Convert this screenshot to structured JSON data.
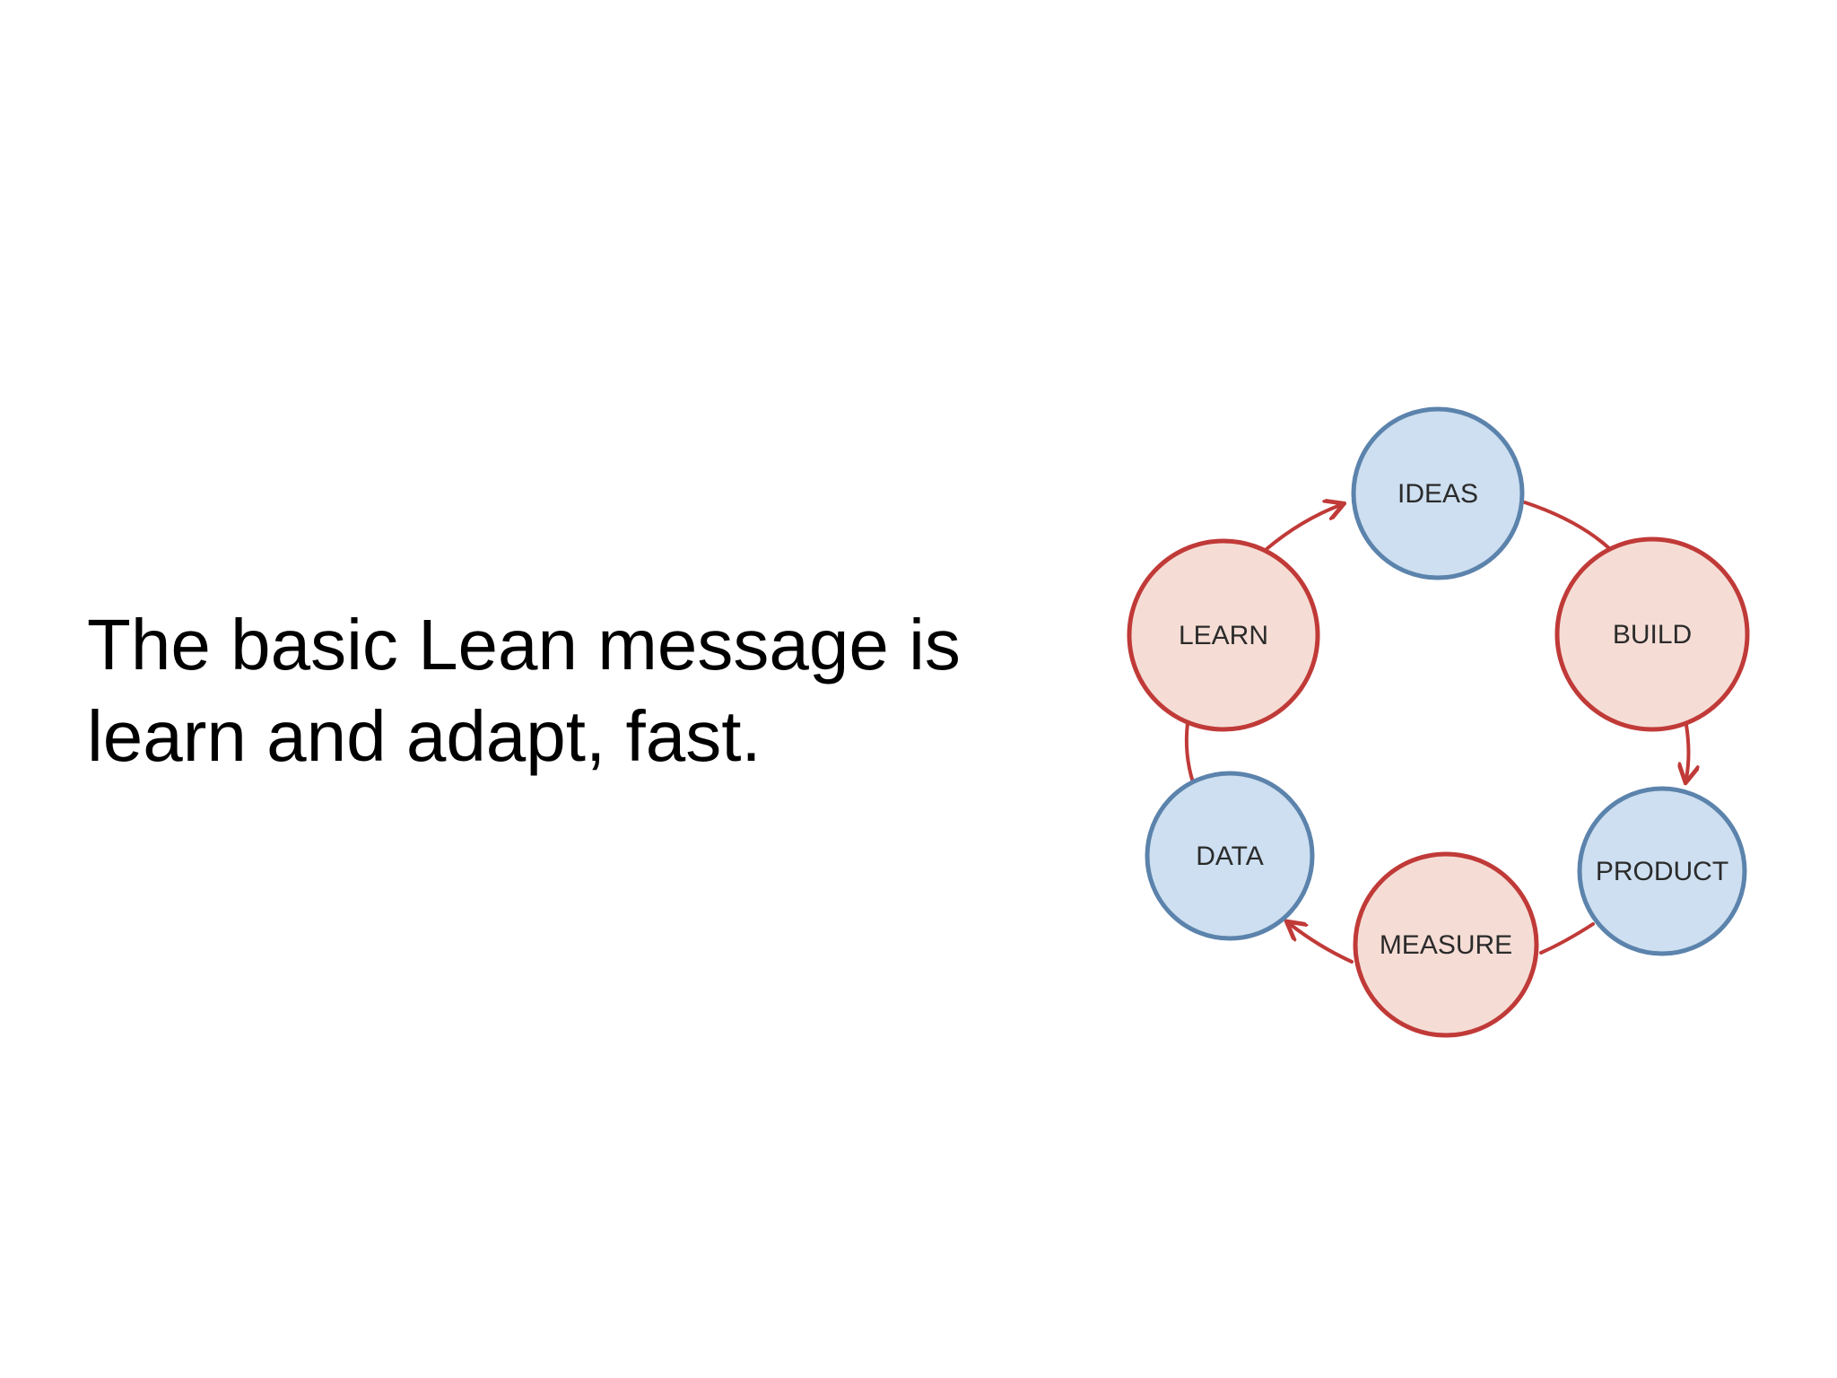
{
  "slide": {
    "headline_lines": [
      "The basic Lean message is",
      "learn and adapt, fast."
    ]
  },
  "diagram": {
    "type": "cycle",
    "colors": {
      "red_stroke": "#c03a38",
      "red_fill": "#f5ddd5",
      "blue_stroke": "#5b83ac",
      "blue_fill": "#cddff0",
      "arrow": "#c03a38"
    },
    "nodes": [
      {
        "id": "ideas",
        "label": "IDEAS",
        "style": "blue"
      },
      {
        "id": "build",
        "label": "BUILD",
        "style": "red"
      },
      {
        "id": "product",
        "label": "PRODUCT",
        "style": "blue"
      },
      {
        "id": "measure",
        "label": "MEASURE",
        "style": "red"
      },
      {
        "id": "data",
        "label": "DATA",
        "style": "blue"
      },
      {
        "id": "learn",
        "label": "LEARN",
        "style": "red"
      }
    ],
    "edges": [
      {
        "from": "ideas",
        "to": "build"
      },
      {
        "from": "build",
        "to": "product"
      },
      {
        "from": "product",
        "to": "measure"
      },
      {
        "from": "measure",
        "to": "data"
      },
      {
        "from": "data",
        "to": "learn"
      },
      {
        "from": "learn",
        "to": "ideas"
      }
    ]
  }
}
